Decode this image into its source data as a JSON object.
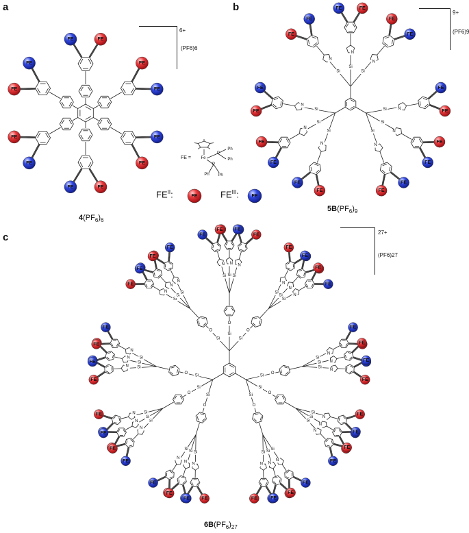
{
  "panels": {
    "a": {
      "letter": "a",
      "charge": "6+",
      "counterion": "(PF6)6",
      "compound_bold": "4",
      "compound_rest": "(PF",
      "compound_sub1": "6",
      "compound_close": ")",
      "compound_sub2": "6"
    },
    "b": {
      "letter": "b",
      "charge": "9+",
      "counterion": "(PF6)9",
      "compound_bold": "5B",
      "compound_rest": "(PF",
      "compound_sub1": "6",
      "compound_close": ")",
      "compound_sub2": "9"
    },
    "c": {
      "letter": "c",
      "charge": "27+",
      "counterion": "(PF6)27",
      "compound_bold": "6B",
      "compound_rest": "(PF",
      "compound_sub1": "6",
      "compound_close": ")",
      "compound_sub2": "27"
    }
  },
  "fe_definition": {
    "eq": "FE =",
    "fe": "Fe",
    "p": "P",
    "ph": "Ph"
  },
  "legend": {
    "fe2_prefix": "FE",
    "fe2_sup": "II",
    "fe3_prefix": "FE",
    "fe3_sup": "III",
    "sphere_text": "FE"
  },
  "labels": {
    "si": "Si",
    "o": "O",
    "n": "N"
  },
  "colors": {
    "fe2": "#e0262b",
    "fe3": "#2b3fd6",
    "bond": "#222222"
  }
}
